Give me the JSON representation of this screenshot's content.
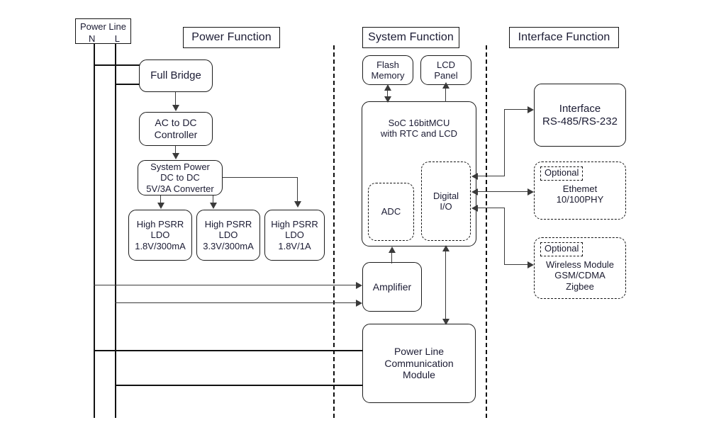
{
  "diagram": {
    "sections": [
      {
        "id": "power",
        "label": "Power Function"
      },
      {
        "id": "system",
        "label": "System Function"
      },
      {
        "id": "interface",
        "label": "Interface Function"
      }
    ],
    "power_line": {
      "title": "Power Line",
      "neutral_label": "N",
      "live_label": "L"
    },
    "power_blocks": [
      {
        "id": "full-bridge",
        "label": "Full Bridge"
      },
      {
        "id": "ac-to-dc",
        "label": "AC to DC\nController"
      },
      {
        "id": "system-power",
        "label": "System Power\nDC to DC\n5V/3A Converter"
      },
      {
        "id": "ldo-1",
        "label": "High PSRR\nLDO\n1.8V/300mA"
      },
      {
        "id": "ldo-2",
        "label": "High PSRR\nLDO\n3.3V/300mA"
      },
      {
        "id": "ldo-3",
        "label": "High PSRR\nLDO\n1.8V/1A"
      }
    ],
    "system_blocks": [
      {
        "id": "flash-memory",
        "label": "Flash\nMemory"
      },
      {
        "id": "lcd-panel",
        "label": "LCD\nPanel"
      },
      {
        "id": "soc",
        "label": "SoC 16bitMCU\nwith RTC and LCD"
      },
      {
        "id": "adc",
        "label": "ADC"
      },
      {
        "id": "digital-io",
        "label": "Digital\nI/O"
      },
      {
        "id": "amplifier",
        "label": "Amplifier"
      },
      {
        "id": "plc-module",
        "label": "Power Line\nCommunication\nModule"
      }
    ],
    "interface_blocks": [
      {
        "id": "interface-rs",
        "label": "Interface\nRS-485/RS-232",
        "optional": null
      },
      {
        "id": "ethernet",
        "label": "Ethemet\n10/100PHY",
        "optional": "Optional"
      },
      {
        "id": "wireless",
        "label": "Wireless Module\nGSM/CDMA\nZigbee",
        "optional": "Optional"
      }
    ],
    "colors": {
      "stroke": "#1a1a1a",
      "connector": "#3a3a3a",
      "text": "#1b1b33",
      "background": "#ffffff"
    }
  }
}
